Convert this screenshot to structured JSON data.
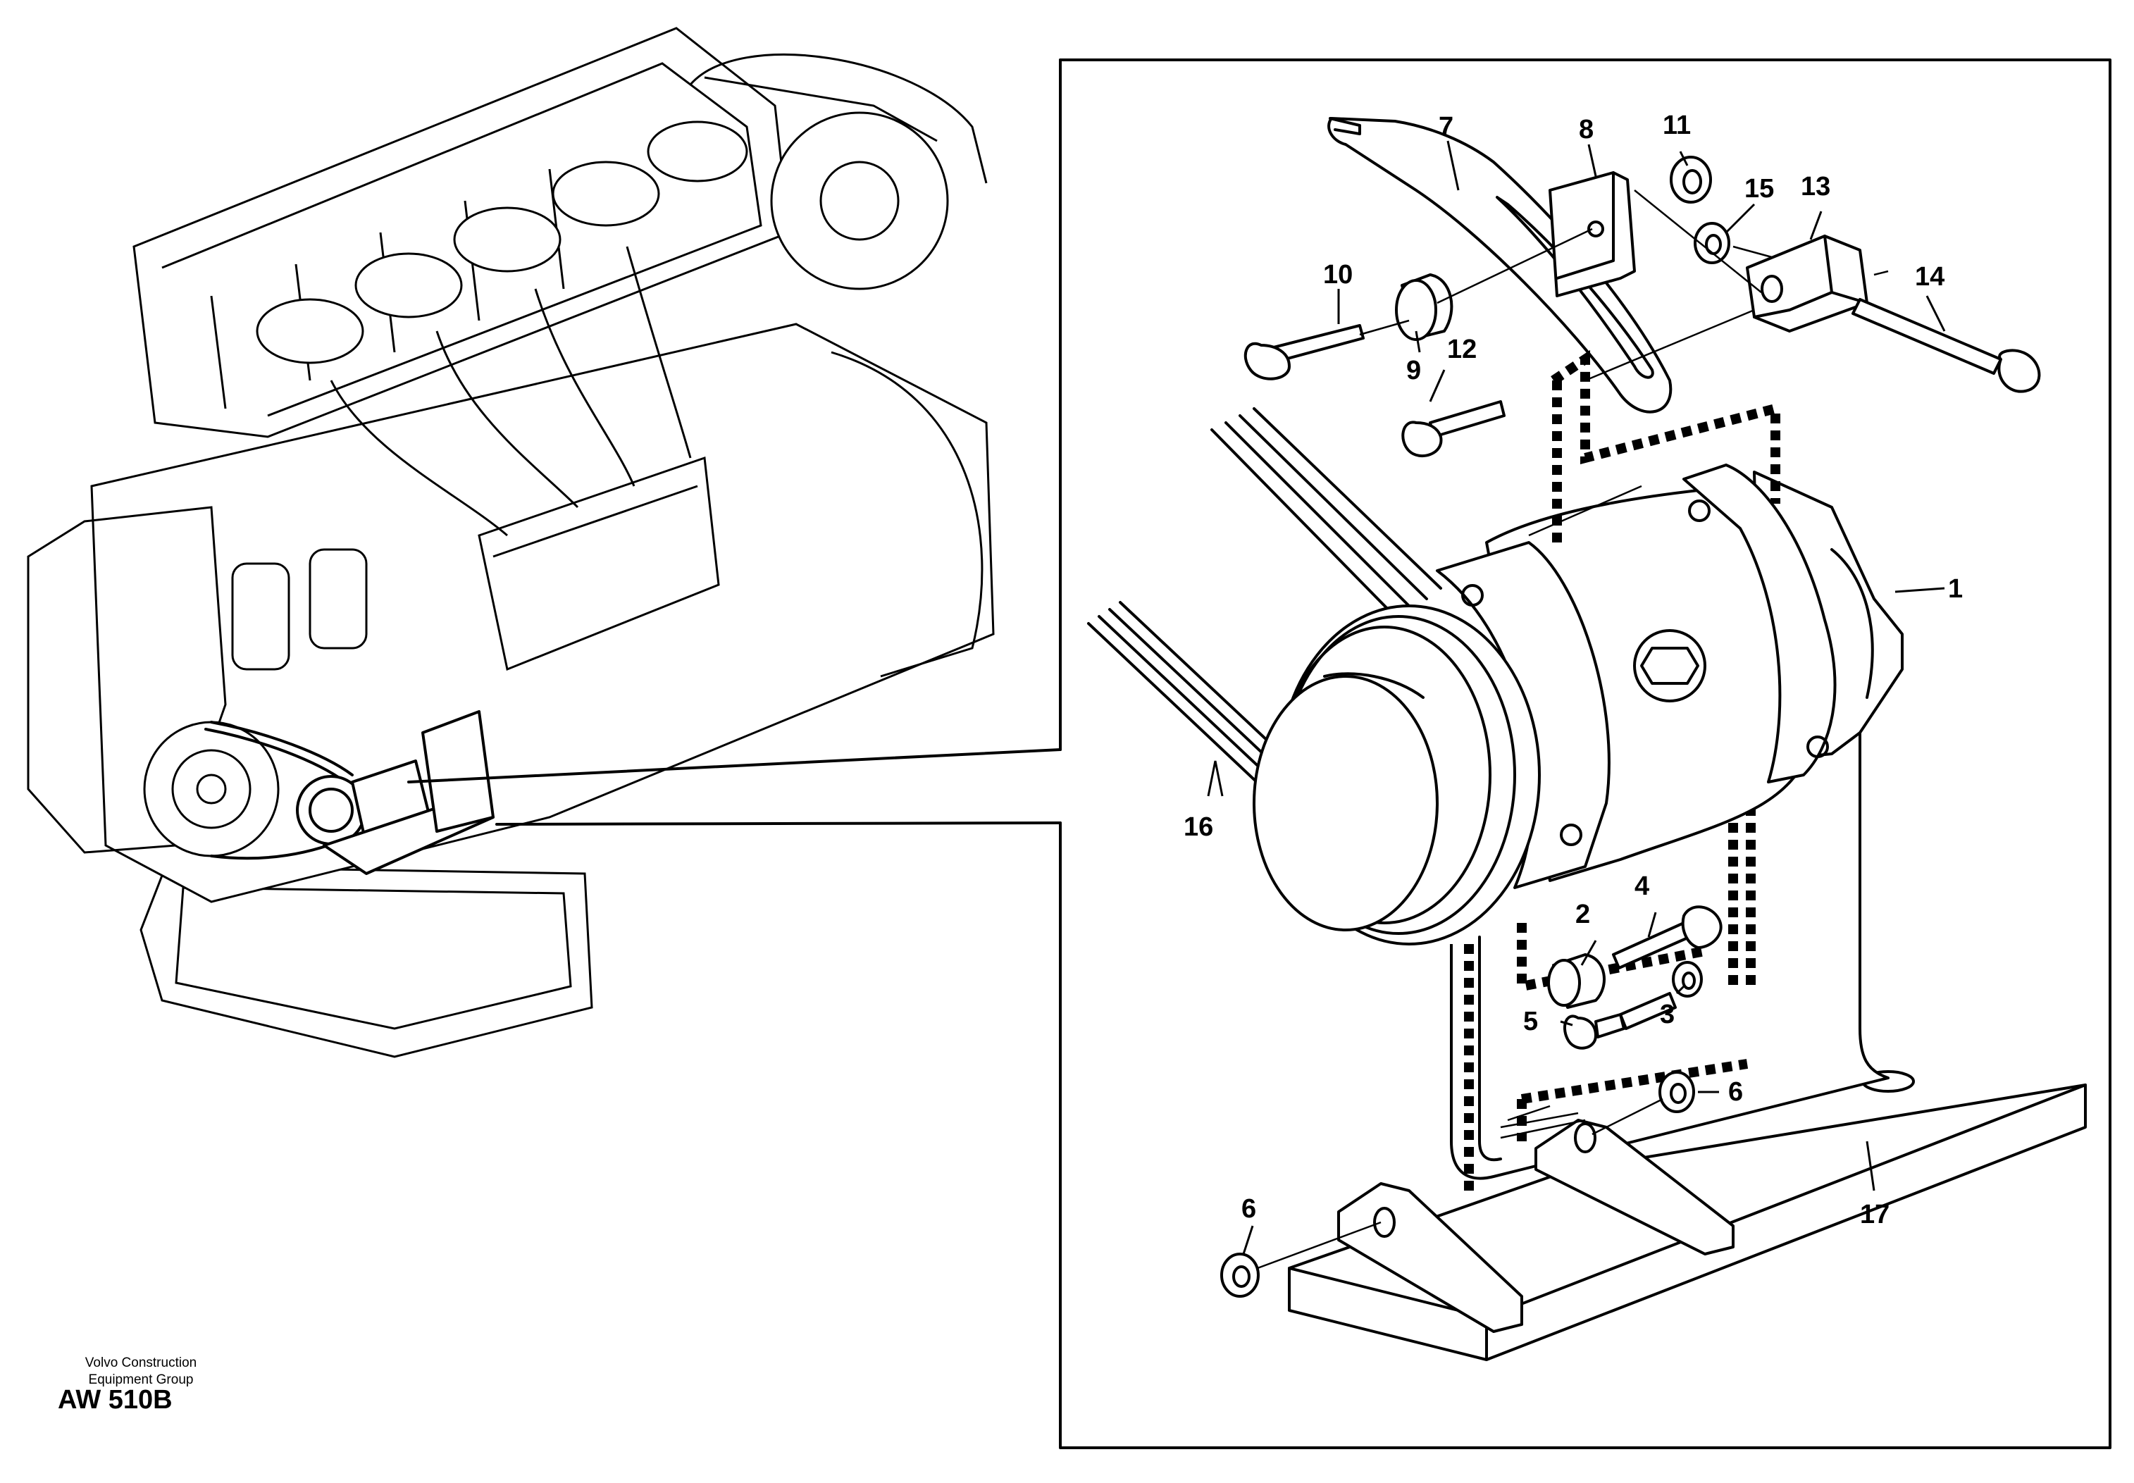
{
  "publisher": {
    "line1": "Volvo Construction",
    "line2": "Equipment Group"
  },
  "figure_code": "AW 510B",
  "callouts": {
    "c1": "1",
    "c2": "2",
    "c3": "3",
    "c4": "4",
    "c5": "5",
    "c6a": "6",
    "c6b": "6",
    "c7": "7",
    "c8": "8",
    "c9": "9",
    "c10": "10",
    "c11": "11",
    "c12": "12",
    "c13": "13",
    "c14": "14",
    "c15": "15",
    "c16": "16",
    "c17": "17"
  }
}
